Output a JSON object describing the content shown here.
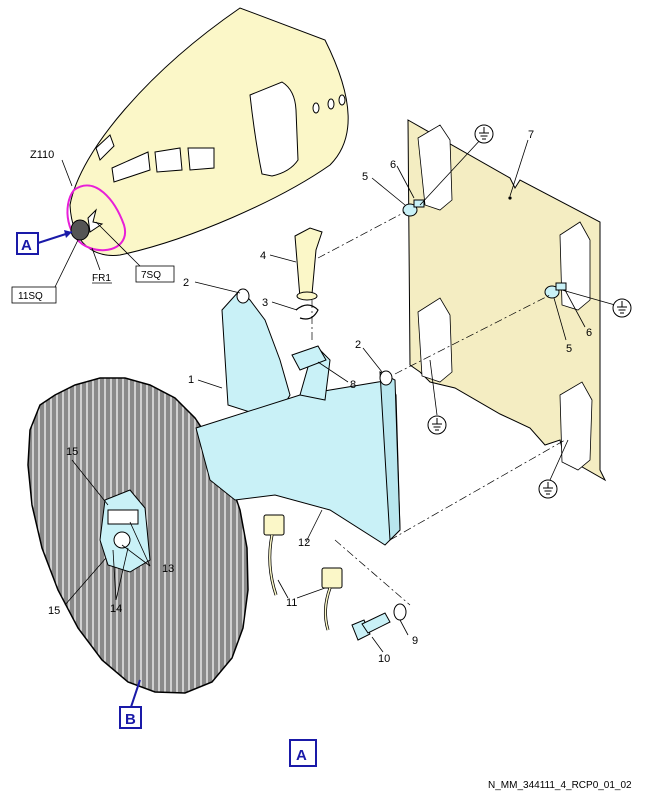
{
  "colors": {
    "fuselage": "#fbf7c8",
    "bracket": "#c9f1f7",
    "panel": "#f4edc2",
    "radome": "#8a8a8a",
    "highlight": "#e81fd8",
    "box_label": "#1a1aa8",
    "outline": "#000000"
  },
  "fuselage": {
    "zone": "Z110",
    "view_marker": "A",
    "frame": "FR1",
    "left_ref": "11SQ",
    "right_ref": "7SQ"
  },
  "callouts": {
    "c1": "1",
    "c2a": "2",
    "c2b": "2",
    "c3": "3",
    "c4": "4",
    "c5a": "5",
    "c5b": "5",
    "c6a": "6",
    "c6b": "6",
    "c7": "7",
    "c8": "8",
    "c9": "9",
    "c10": "10",
    "c11": "11",
    "c12": "12",
    "c13": "13",
    "c14": "14",
    "c15a": "15",
    "c15b": "15"
  },
  "view_labels": {
    "radome": "B",
    "main": "A"
  },
  "ground_symbols": [
    "ground-1",
    "ground-2",
    "ground-3",
    "ground-4"
  ],
  "drawing_ref": "N_MM_344111_4_RCP0_01_02"
}
